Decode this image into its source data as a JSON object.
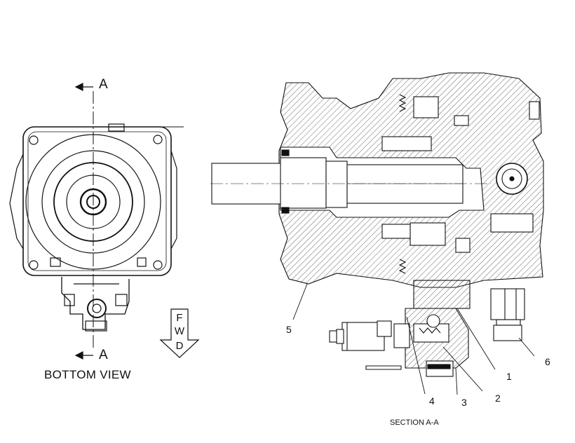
{
  "bottom_view": {
    "caption": "BOTTOM VIEW",
    "section_mark_top": "A",
    "section_mark_bottom": "A"
  },
  "direction_arrow": {
    "letters": [
      "F",
      "W",
      "D"
    ]
  },
  "section_view": {
    "caption": "SECTION A-A",
    "callouts": [
      "1",
      "2",
      "3",
      "4",
      "5",
      "6"
    ]
  },
  "colors": {
    "line": "#111111",
    "background": "#ffffff",
    "hatch": "#444444"
  }
}
